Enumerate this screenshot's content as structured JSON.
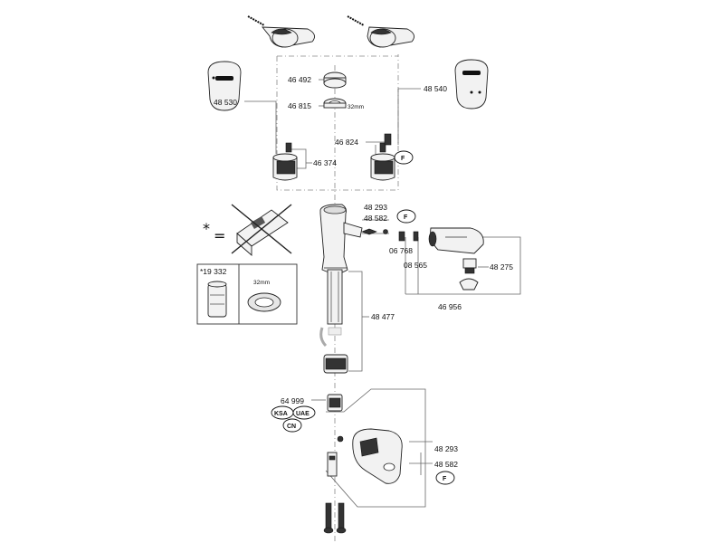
{
  "labels": {
    "handle_left": "48 530",
    "handle_right": "48 540",
    "cap": "46 492",
    "nut": "46 815",
    "nut_size": "32mm",
    "small_part": "46 824",
    "cartridge": "46 374",
    "screw_set": "48 293",
    "aerator_set": "48 582",
    "hose_set": "48 477",
    "hose_part_a": "06 768",
    "hose_part_b": "08 565",
    "spray_insert": "48 275",
    "spray_head": "46 956",
    "aerator": "64 999",
    "bracket_screw": "48 293",
    "bracket_set": "48 582"
  },
  "badges": {
    "f1": "F",
    "f2": "F",
    "f3": "F",
    "ksa": "KSA",
    "uae": "UAE",
    "cn": "CN"
  },
  "callout": {
    "star": "*",
    "equals": "=",
    "part_number": "*19 332",
    "size": "32mm"
  }
}
